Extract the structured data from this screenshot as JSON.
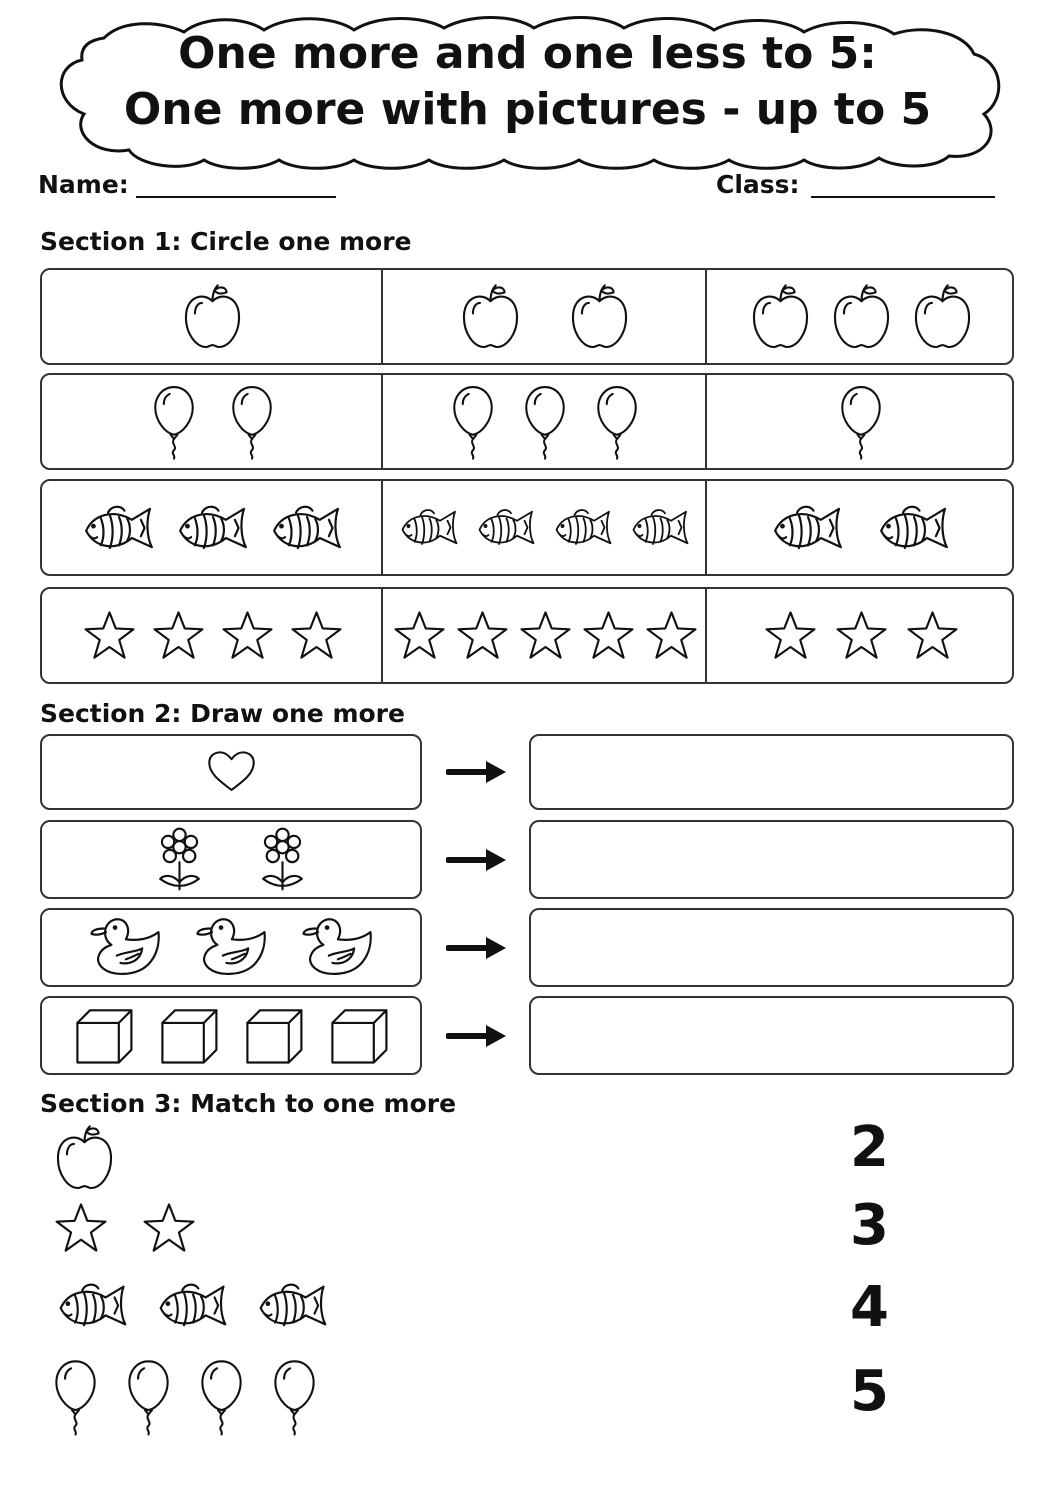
{
  "header": {
    "title_line1": "One  more and one less to 5:",
    "title_line2": "One more with pictures - up to 5"
  },
  "form": {
    "name_label": "Name:",
    "class_label": "Class:"
  },
  "section1": {
    "title": "Section 1: Circle one more",
    "rows": [
      {
        "icon": "apple-icon",
        "counts": [
          1,
          2,
          3
        ]
      },
      {
        "icon": "balloon-icon",
        "counts": [
          2,
          3,
          1
        ]
      },
      {
        "icon": "fish-icon",
        "counts": [
          3,
          4,
          2
        ]
      },
      {
        "icon": "star-icon",
        "counts": [
          4,
          5,
          3
        ]
      }
    ]
  },
  "section2": {
    "title": "Section 2: Draw one more",
    "rows": [
      {
        "icon": "heart-icon",
        "count": 1
      },
      {
        "icon": "flower-icon",
        "count": 2
      },
      {
        "icon": "duck-icon",
        "count": 3
      },
      {
        "icon": "cube-icon",
        "count": 4
      }
    ]
  },
  "section3": {
    "title": "Section 3:  Match to one more",
    "pictures": [
      {
        "icon": "apple-icon",
        "count": 1
      },
      {
        "icon": "star-icon",
        "count": 2
      },
      {
        "icon": "fish-icon",
        "count": 3
      },
      {
        "icon": "balloon-icon",
        "count": 4
      }
    ],
    "numbers": [
      "2",
      "3",
      "4",
      "5"
    ]
  },
  "colors": {
    "ink": "#111111",
    "paper": "#ffffff"
  }
}
